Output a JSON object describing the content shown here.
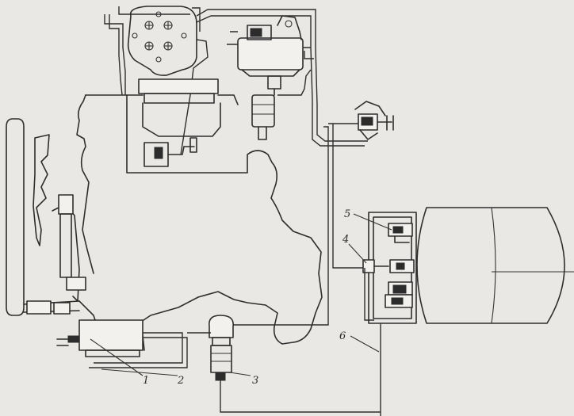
{
  "figure": {
    "labels": [
      {
        "id": "1",
        "text": "1"
      },
      {
        "id": "2",
        "text": "2"
      },
      {
        "id": "3",
        "text": "3"
      },
      {
        "id": "4",
        "text": "4"
      },
      {
        "id": "5",
        "text": "5"
      },
      {
        "id": "6",
        "text": "6"
      }
    ]
  },
  "colors": {
    "paper": "#e9e8e5",
    "ink": "#2e2e2e"
  }
}
